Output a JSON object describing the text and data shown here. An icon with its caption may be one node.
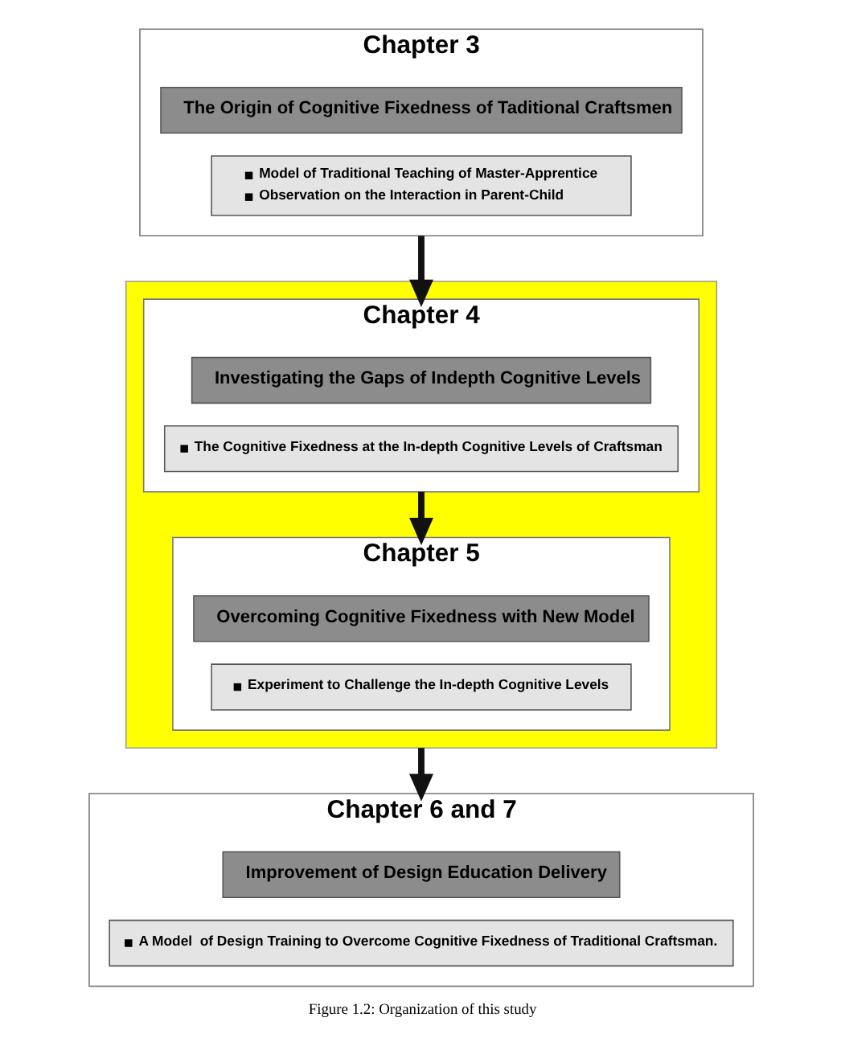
{
  "diagram": {
    "caption": "Figure 1.2: Organization of this study",
    "nodes": [
      {
        "text": [
          "Chapter 3"
        ]
      },
      {
        "text": [
          "The Origin of Cognitive Fixedness of Taditional Craftsmen"
        ],
        "in": 0
      },
      {
        "text": [
          "Model of Traditional Teaching of Master-Apprentice",
          "Observation on the Interaction in Parent-Child"
        ],
        "in": 0
      },
      {
        "text": [],
        "shape": "box"
      },
      {
        "text": [
          "Chapter 4"
        ],
        "in": 3
      },
      {
        "text": [
          "Investigating the Gaps of Indepth Cognitive Levels"
        ],
        "in": 4
      },
      {
        "text": [
          "The Cognitive Fixedness at the In-depth Cognitive Levels of Craftsman"
        ],
        "in": 4
      },
      {
        "text": [
          "Chapter 5"
        ],
        "in": 3
      },
      {
        "text": [
          "Overcoming Cognitive Fixedness with New Model"
        ],
        "in": 7
      },
      {
        "text": [
          "Experiment to Challenge the In-depth Cognitive Levels"
        ],
        "in": 7
      },
      {
        "text": [
          "Chapter 6 and 7"
        ]
      },
      {
        "text": [
          "Improvement of Design Education Delivery"
        ],
        "in": 10
      },
      {
        "text": [
          "A Model  of Design Training to Overcome Cognitive Fixedness of Traditional Craftsman."
        ],
        "in": 10
      }
    ],
    "edges": [
      {
        "from": 0,
        "to": 4,
        "arrow": "to"
      },
      {
        "from": 4,
        "to": 7,
        "arrow": "to"
      },
      {
        "from": 3,
        "to": 10,
        "arrow": "to"
      }
    ]
  }
}
